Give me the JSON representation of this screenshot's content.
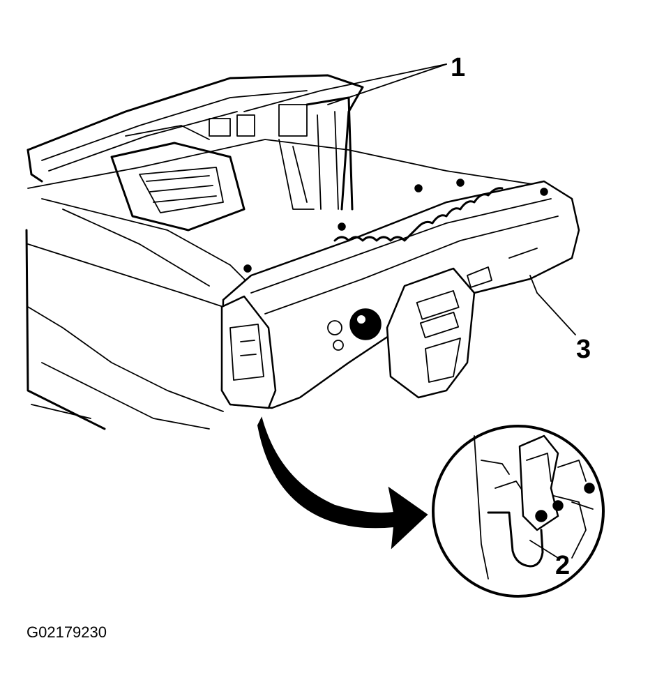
{
  "callouts": {
    "one": "1",
    "two": "2",
    "three": "3"
  },
  "figure_id": "G02179230"
}
